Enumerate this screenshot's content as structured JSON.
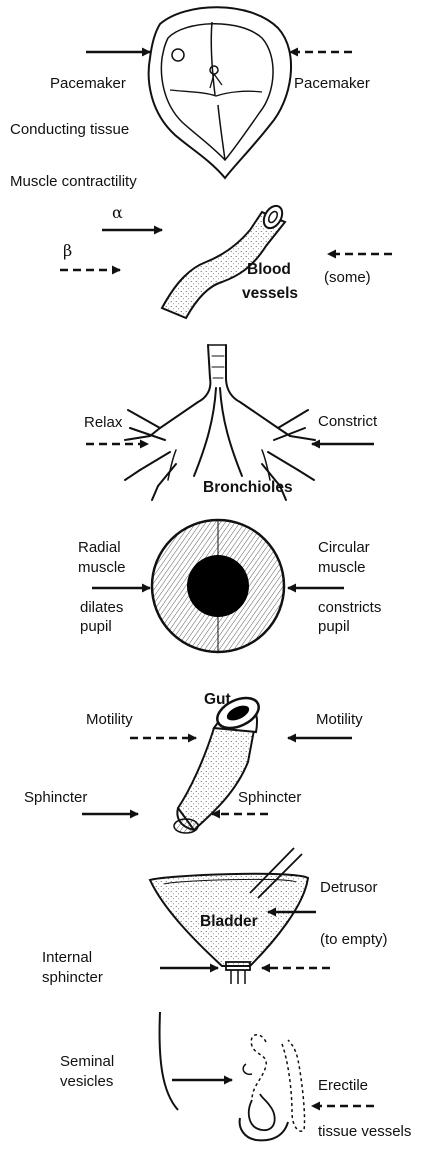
{
  "colors": {
    "ink": "#111111",
    "background": "#ffffff"
  },
  "heart": {
    "left_label": "Pacemaker",
    "right_label": "Pacemaker",
    "note_1": "Conducting tissue",
    "note_2": "Muscle contractility"
  },
  "vessels": {
    "alpha": "α",
    "beta": "β",
    "name_1": "Blood",
    "name_2": "vessels",
    "right_note": "(some)"
  },
  "bronchioles": {
    "left_label": "Relax",
    "right_label": "Constrict",
    "name": "Bronchioles"
  },
  "eye": {
    "left_1": "Radial",
    "left_2": "muscle",
    "left_3": "dilates",
    "left_4": "pupil",
    "right_1": "Circular",
    "right_2": "muscle",
    "right_3": "constricts",
    "right_4": "pupil"
  },
  "gut": {
    "name": "Gut",
    "left_motility": "Motility",
    "right_motility": "Motility",
    "left_sphincter": "Sphincter",
    "right_sphincter": "Sphincter"
  },
  "bladder": {
    "name": "Bladder",
    "right_1": "Detrusor",
    "right_2": "(to empty)",
    "left_1": "Internal",
    "left_2": "sphincter"
  },
  "genital": {
    "left_1": "Seminal",
    "left_2": "vesicles",
    "right_1": "Erectile",
    "right_2": "tissue vessels"
  }
}
